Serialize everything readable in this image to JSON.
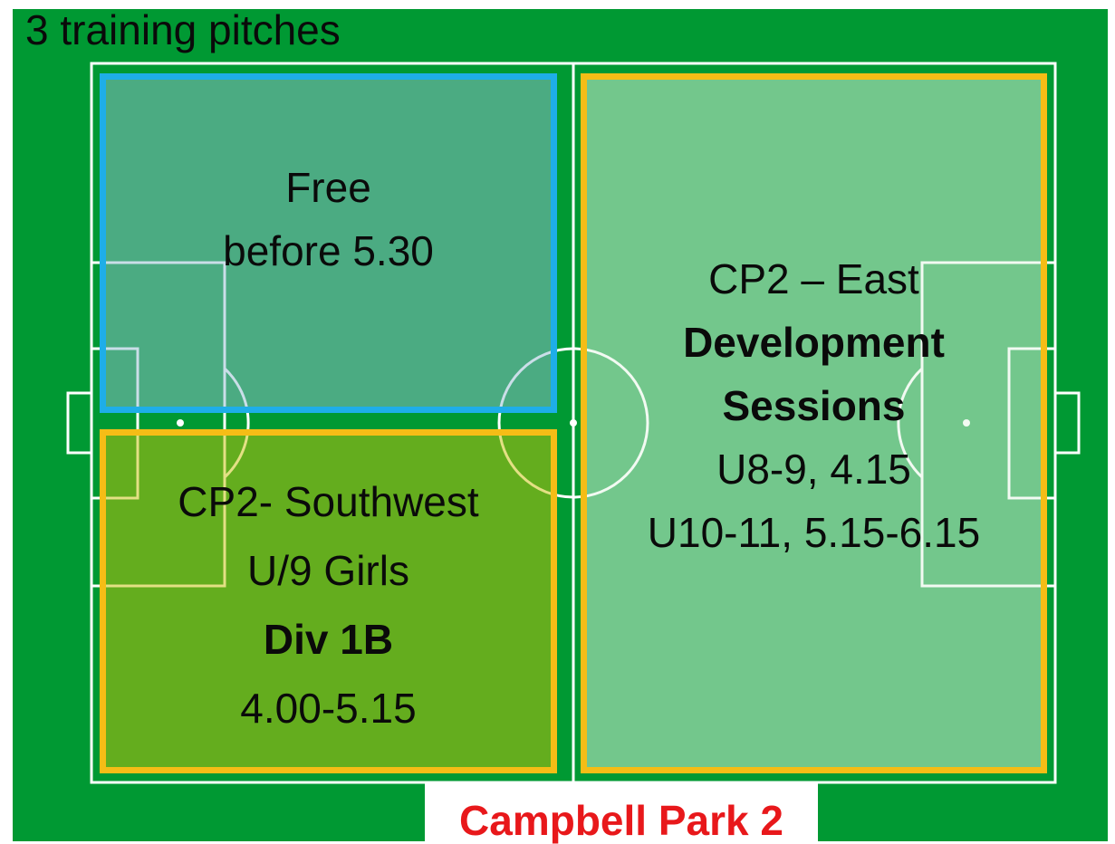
{
  "title": "3 training pitches",
  "pitch_label": "Campbell Park 2",
  "colors": {
    "grass": "#009933",
    "pitch_lines": "#ffffff",
    "zone_free_border": "#1eaee8",
    "zone_booked_border": "#f5bd16",
    "pitch_label_text": "#e8181b"
  },
  "zones": {
    "free": {
      "line1": "Free",
      "line2": "before 5.30"
    },
    "southwest": {
      "line1": "CP2- Southwest",
      "line2": "U/9 Girls",
      "line3": "Div 1B",
      "line4": "4.00-5.15"
    },
    "east": {
      "line1": "CP2 – East",
      "line2": "Development",
      "line3": "Sessions",
      "line4": "U8-9, 4.15",
      "line5": "U10-11, 5.15-6.15"
    }
  }
}
